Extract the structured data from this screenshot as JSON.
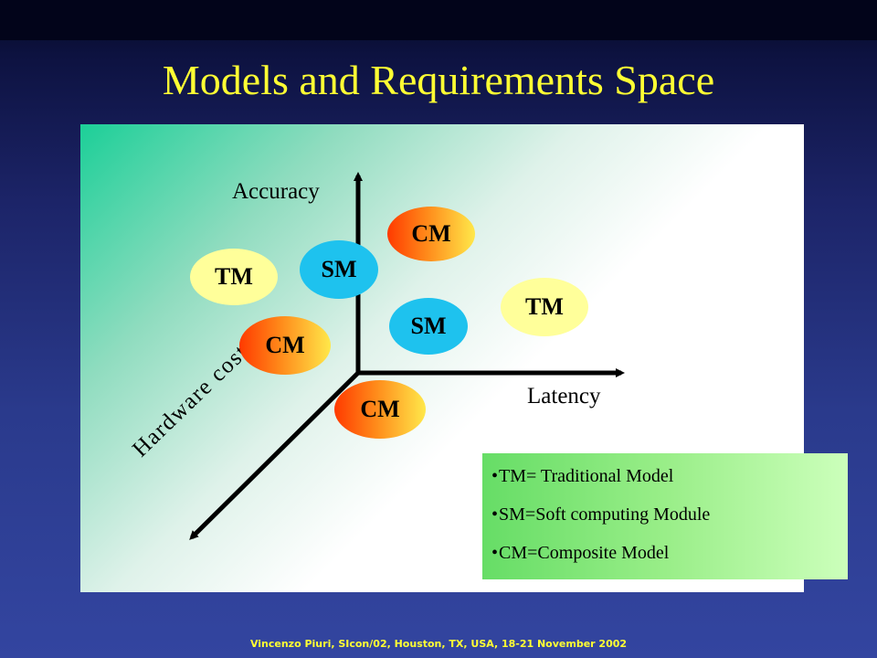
{
  "slide": {
    "title": "Models and Requirements Space",
    "footer": "Vincenzo Piuri, SIcon/02, Houston, TX, USA, 18-21 November 2002"
  },
  "diagram": {
    "axes": {
      "y_label": "Accuracy",
      "x_label": "Latency",
      "z_label": "Hardware cost"
    },
    "nodes": [
      {
        "id": "cm-top",
        "label": "CM",
        "type": "CM"
      },
      {
        "id": "sm-upper",
        "label": "SM",
        "type": "SM"
      },
      {
        "id": "tm-left",
        "label": "TM",
        "type": "TM"
      },
      {
        "id": "tm-right",
        "label": "TM",
        "type": "TM"
      },
      {
        "id": "sm-lower",
        "label": "SM",
        "type": "SM"
      },
      {
        "id": "cm-left",
        "label": "CM",
        "type": "CM"
      },
      {
        "id": "cm-bottom",
        "label": "CM",
        "type": "CM"
      }
    ],
    "colors": {
      "cm": "#ff6a10",
      "sm": "#1ec2ee",
      "tm": "#ffff9a",
      "title": "#ffff33"
    }
  },
  "legend": {
    "items": [
      "TM= Traditional Model",
      "SM=Soft computing Module",
      "CM=Composite Model"
    ]
  }
}
